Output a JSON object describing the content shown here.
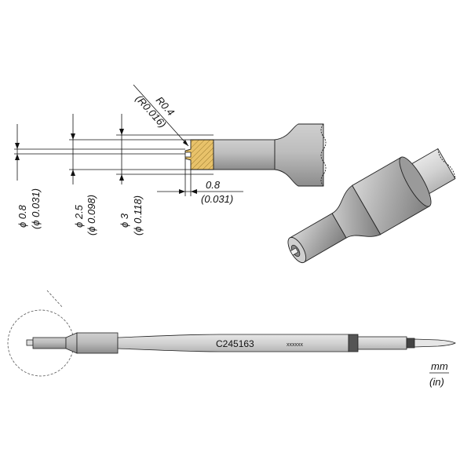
{
  "dimensions": {
    "radius_mm": "R0.4",
    "radius_in": "(R0.016)",
    "length_mm": "0.8",
    "length_in": "(0.031)",
    "dia1_mm": "ϕ 0.8",
    "dia1_in": "(ϕ 0.031)",
    "dia2_mm": "ϕ 2.5",
    "dia2_in": "(ϕ 0.098)",
    "dia3_mm": "ϕ 3",
    "dia3_in": "(ϕ 0.118)"
  },
  "part": {
    "code": "C245163",
    "marking": "xxxxxx"
  },
  "units": {
    "primary": "mm",
    "secondary": "(in)"
  },
  "colors": {
    "body_gray": "#b3b3b3",
    "shade_gray": "#8e8e8e",
    "light_gray": "#d9d9d9",
    "hatch_fill": "#e8c26a"
  }
}
